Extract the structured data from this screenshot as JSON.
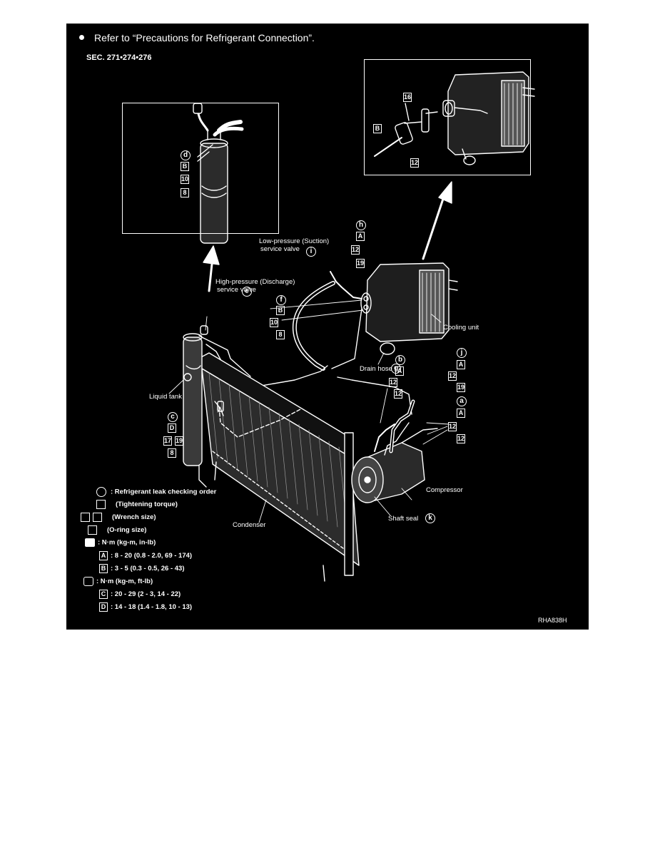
{
  "header": {
    "bullet_text": "Refer to “Precautions for Refrigerant  Connection”.",
    "section": "SEC. 271•274•276"
  },
  "callouts": {
    "low_pressure_line1": "Low-pressure (Suction)",
    "low_pressure_line2": "service valve",
    "high_pressure_line1": "High-pressure (Discharge)",
    "high_pressure_line2": "service valve",
    "cooling_unit": "Cooling unit",
    "drain_hose": "Drain hose",
    "liquid_tank": "Liquid tank",
    "compressor": "Compressor",
    "shaft_seal": "Shaft seal",
    "condenser": "Condenser"
  },
  "markers": {
    "inset_left": {
      "d": "d",
      "B": "B",
      "n10": "10",
      "n8": "8"
    },
    "inset_right": {
      "B": "B",
      "n16": "16",
      "n12": "12"
    },
    "low_valve": {
      "h": "h",
      "A": "A",
      "n12": "12",
      "n19": "19",
      "i": "i"
    },
    "high_valve": {
      "e": "e",
      "f": "f",
      "B": "B",
      "n10": "10",
      "n8": "8"
    },
    "drain": {
      "g": "g",
      "b": "b",
      "A": "A"
    },
    "compressor_right": {
      "j": "j",
      "A1": "A",
      "n12a": "12",
      "n19": "19",
      "a": "a",
      "A2": "A",
      "n12b": "12",
      "n12c": "12"
    },
    "compressor_left": {
      "n12a": "12",
      "n12b": "12"
    },
    "liquid_tank": {
      "c": "c",
      "D": "D",
      "n17": "17",
      "n19": "19",
      "n8": "8"
    },
    "shaft_seal": {
      "k": "k"
    }
  },
  "legend": {
    "leak_order": ": Refrigerant leak checking order",
    "tightening": "(Tightening torque)",
    "wrench": "(Wrench size)",
    "oring": "(O-ring size)",
    "unit_kgm_inlb": ": N·m (kg-m, in-lb)",
    "A_key": "A",
    "A_val": ": 8 - 20 (0.8 - 2.0, 69 - 174)",
    "B_key": "B",
    "B_val": ": 3 - 5 (0.3 - 0.5, 26 - 43)",
    "unit_kgm_ftlb": ": N·m (kg-m, ft-lb)",
    "C_key": "C",
    "C_val": ": 20 - 29 (2 - 3, 14 - 22)",
    "D_key": "D",
    "D_val": ": 14 - 18 (1.4 - 1.8, 10 - 13)"
  },
  "figure_code": "RHA838H"
}
